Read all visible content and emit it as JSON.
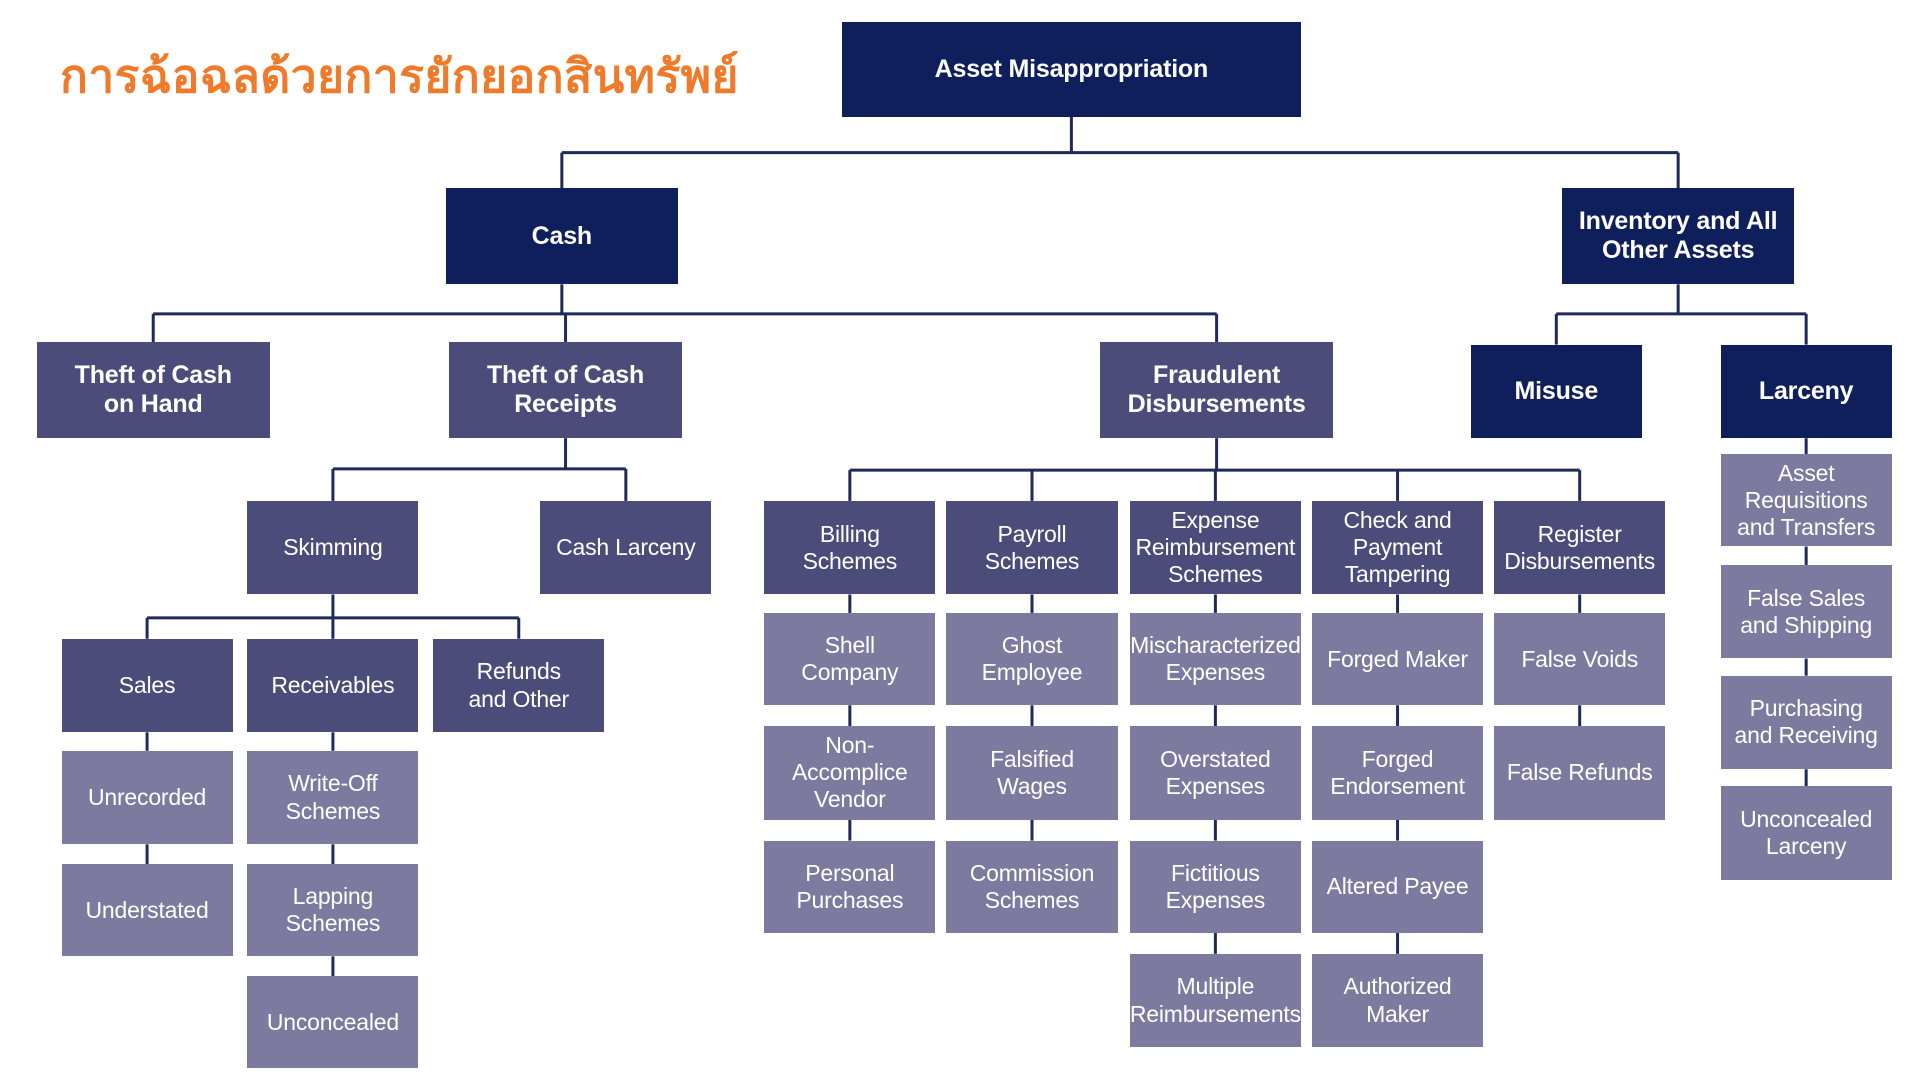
{
  "title": "การฉ้อฉลด้วยการยักยอกสินทรัพย์",
  "colors": {
    "title": "#ee7a2a",
    "level_top": "#0f1f5c",
    "category": "#4c4c7a",
    "scheme": "#7c7a9f",
    "connector": "#1f2a5a"
  },
  "nodes": {
    "root": "Asset Misappropriation",
    "cash": "Cash",
    "inventory": "Inventory and All\nOther Assets",
    "theft_on_hand": "Theft of Cash\non Hand",
    "theft_receipts": "Theft of Cash\nReceipts",
    "fraud_disb": "Fraudulent\nDisbursements",
    "misuse": "Misuse",
    "larceny": "Larceny",
    "skimming": "Skimming",
    "cash_larceny": "Cash Larceny",
    "sales": "Sales",
    "receivables": "Receivables",
    "refunds": "Refunds\nand Other",
    "unrecorded": "Unrecorded",
    "understated": "Understated",
    "writeoff": "Write-Off\nSchemes",
    "lapping": "Lapping\nSchemes",
    "unconcealed_recv": "Unconcealed",
    "billing": "Billing\nSchemes",
    "payroll": "Payroll\nSchemes",
    "expense": "Expense\nReimbursement\nSchemes",
    "check": "Check and\nPayment\nTampering",
    "register": "Register\nDisbursements",
    "shell": "Shell\nCompany",
    "nonaccomplice": "Non-\nAccomplice\nVendor",
    "personal": "Personal\nPurchases",
    "ghost": "Ghost\nEmployee",
    "falsified": "Falsified\nWages",
    "commission": "Commission\nSchemes",
    "mischaracterized": "Mischaracterized\nExpenses",
    "overstated": "Overstated\nExpenses",
    "fictitious": "Fictitious\nExpenses",
    "multiple": "Multiple\nReimbursements",
    "forged_maker": "Forged Maker",
    "forged_endorsement": "Forged\nEndorsement",
    "altered_payee": "Altered Payee",
    "authorized_maker": "Authorized\nMaker",
    "false_voids": "False Voids",
    "false_refunds": "False Refunds",
    "asset_requisitions": "Asset\nRequisitions\nand Transfers",
    "false_sales": "False Sales\nand Shipping",
    "purchasing": "Purchasing\nand Receiving",
    "unconcealed_larceny": "Unconcealed\nLarceny"
  }
}
